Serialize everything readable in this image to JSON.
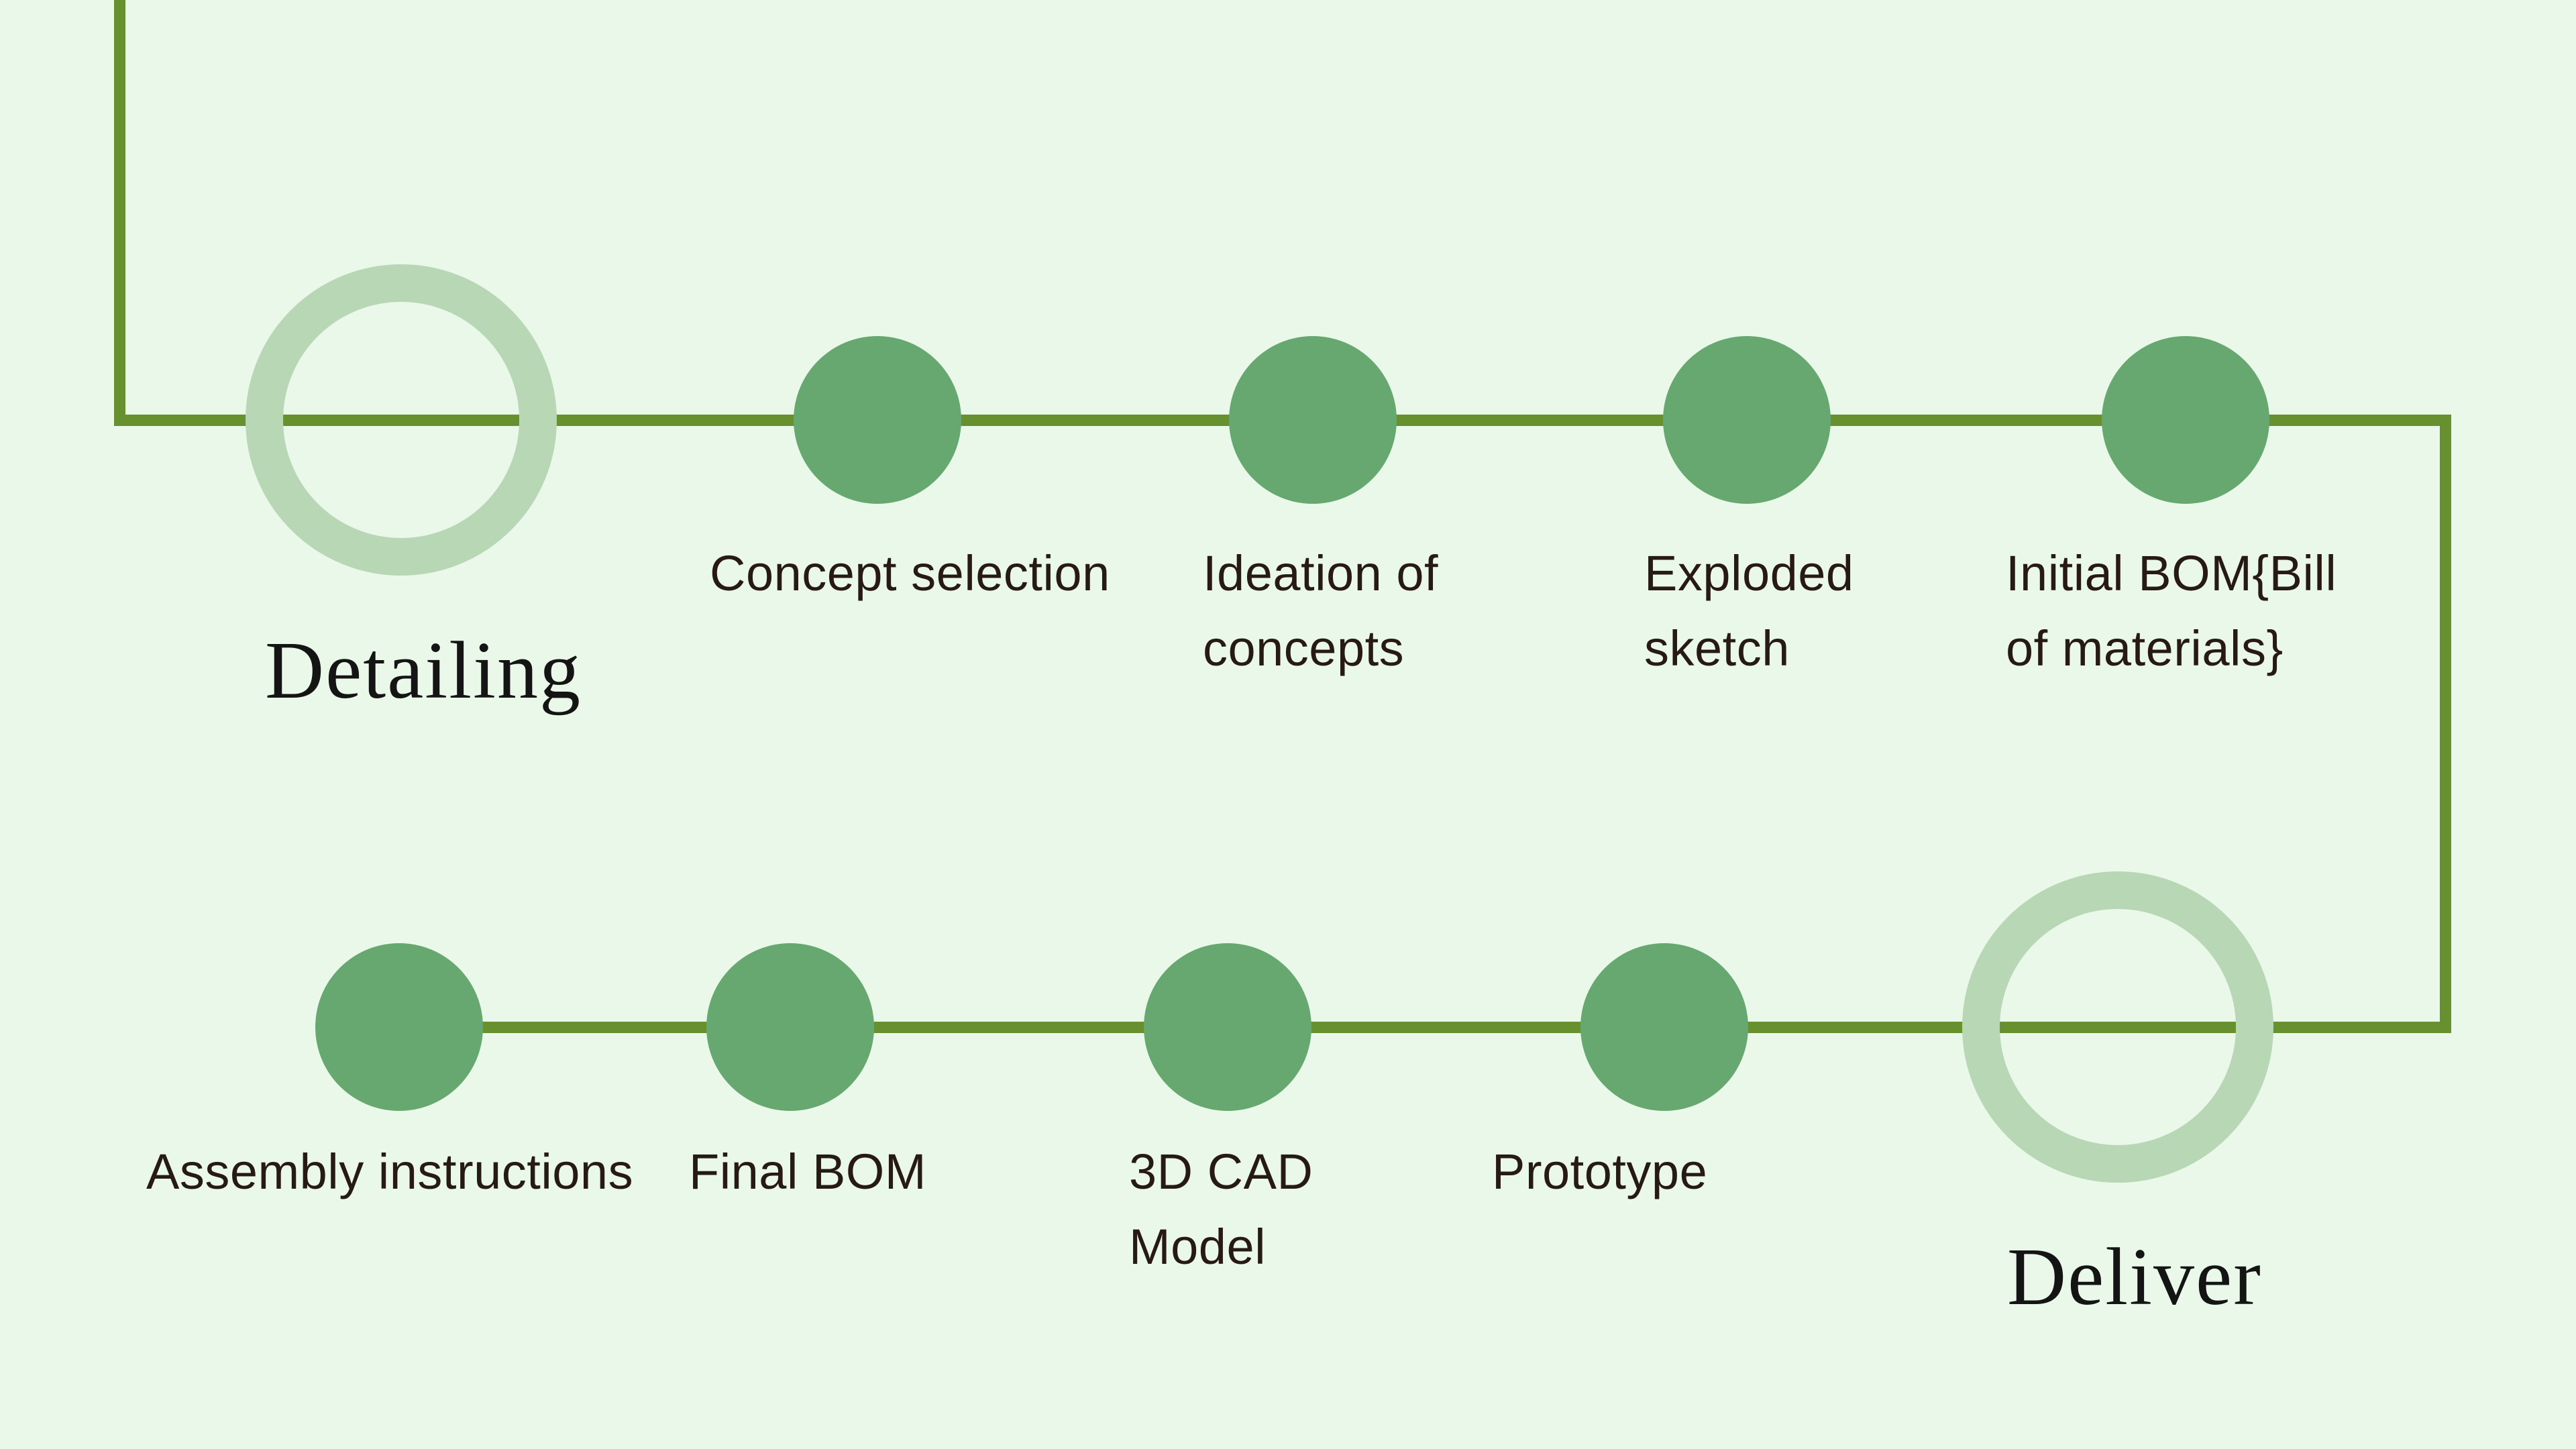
{
  "palette": {
    "background": "#e9f8e9",
    "node_fill": "#66a86f",
    "ring_color": "#b7d7b5",
    "connector_color": "#67902e",
    "label_color": "#271914",
    "title_color": "#141414"
  },
  "stages": {
    "detailing": {
      "title": "Detailing"
    },
    "deliver": {
      "title": "Deliver"
    }
  },
  "row1": {
    "items": [
      {
        "lines": [
          "Concept selection"
        ]
      },
      {
        "lines": [
          "Ideation of",
          "concepts"
        ]
      },
      {
        "lines": [
          "Exploded",
          "sketch"
        ]
      },
      {
        "lines": [
          "Initial BOM{Bill",
          "of materials}"
        ]
      }
    ]
  },
  "row2": {
    "items": [
      {
        "lines": [
          "Assembly instructions"
        ]
      },
      {
        "lines": [
          "Final BOM"
        ]
      },
      {
        "lines": [
          "3D CAD",
          "Model"
        ]
      },
      {
        "lines": [
          "Prototype"
        ]
      }
    ]
  }
}
